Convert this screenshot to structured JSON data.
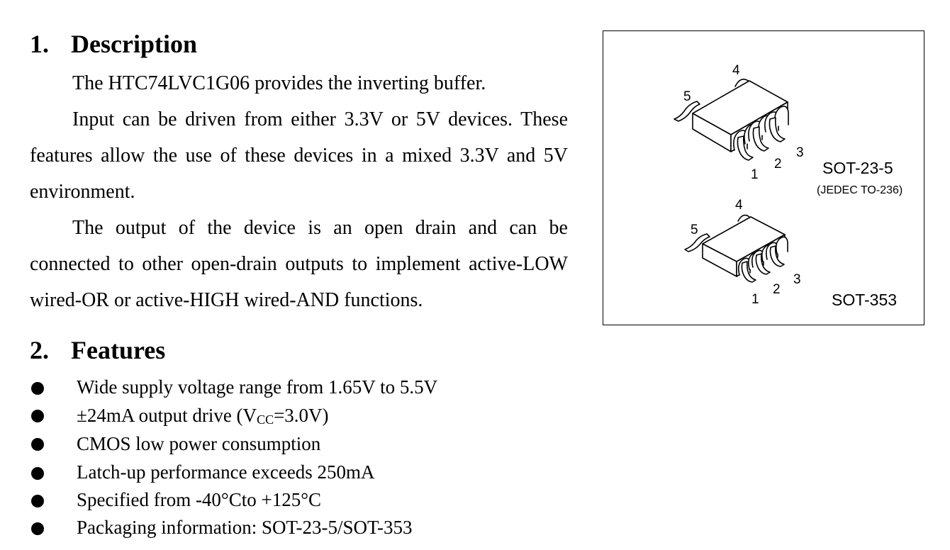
{
  "description": {
    "number": "1.",
    "title": "Description",
    "paragraphs": [
      "The HTC74LVC1G06 provides the inverting buffer.",
      "Input can be driven from either 3.3V or 5V devices. These features allow the use of these devices in a mixed 3.3V and 5V environment.",
      "The output of the device is an open drain and can be connected to other open-drain outputs to implement active-LOW wired-OR or active-HIGH wired-AND functions."
    ]
  },
  "features": {
    "number": "2.",
    "title": "Features",
    "items": [
      {
        "text": "Wide supply voltage range from 1.65V to 5.5V"
      },
      {
        "pre": "±24mA output drive (V",
        "sub": "CC",
        "post": "=3.0V)"
      },
      {
        "text": "CMOS low power consumption"
      },
      {
        "text": "Latch-up performance exceeds 250mA"
      },
      {
        "text": "Specified from -40°Cto +125°C"
      },
      {
        "text": "Packaging information: SOT-23-5/SOT-353"
      }
    ]
  },
  "packages": [
    {
      "name": "SOT-23-5",
      "subtitle": "(JEDEC TO-236)",
      "pins": [
        "1",
        "2",
        "3",
        "4",
        "5"
      ]
    },
    {
      "name": "SOT-353",
      "subtitle": "",
      "pins": [
        "1",
        "2",
        "3",
        "4",
        "5"
      ]
    }
  ]
}
